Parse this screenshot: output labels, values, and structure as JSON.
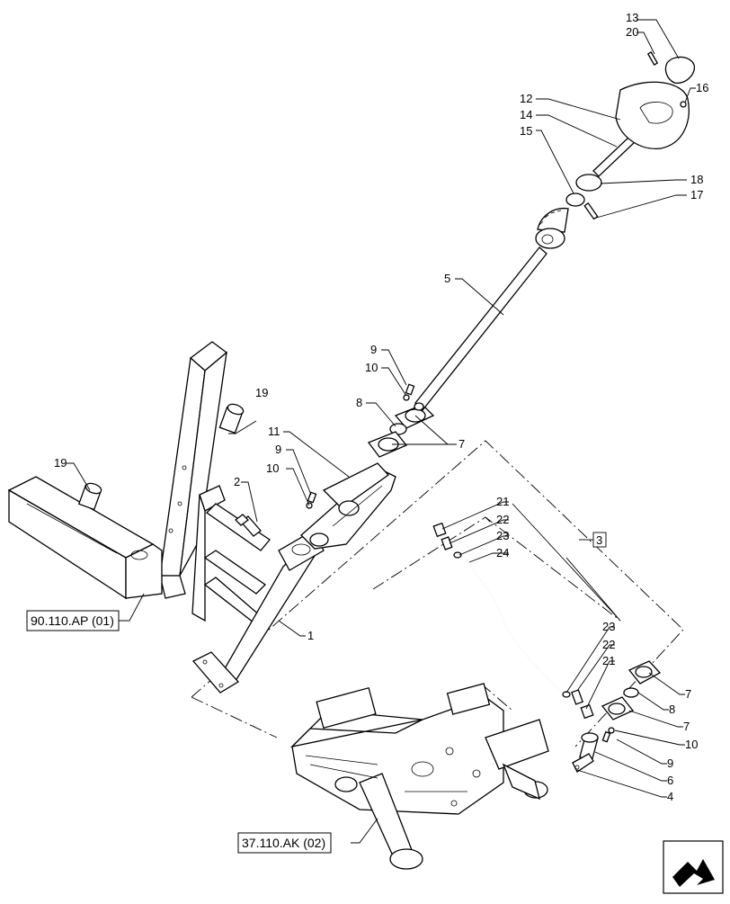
{
  "callouts": {
    "c13": "13",
    "c20": "20",
    "c16": "16",
    "c12": "12",
    "c14": "14",
    "c15": "15",
    "c18": "18",
    "c17": "17",
    "c5": "5",
    "c9a": "9",
    "c10a": "10",
    "c8a": "8",
    "c7a": "7",
    "c11": "11",
    "c9b": "9",
    "c10b": "10",
    "c19a": "19",
    "c19b": "19",
    "c2": "2",
    "c1": "1",
    "c21a": "21",
    "c22a": "22",
    "c23a": "23",
    "c24": "24",
    "c3": "3",
    "c23b": "23",
    "c22b": "22",
    "c21b": "21",
    "c7b": "7",
    "c8b": "8",
    "c7c": "7",
    "c10c": "10",
    "c9c": "9",
    "c6": "6",
    "c4": "4"
  },
  "references": {
    "frame_ref": "90.110.AP (01)",
    "lift_ref": "37.110.AK (02)"
  },
  "icons": {
    "nav_icon": "next-page-arrow-icon"
  }
}
